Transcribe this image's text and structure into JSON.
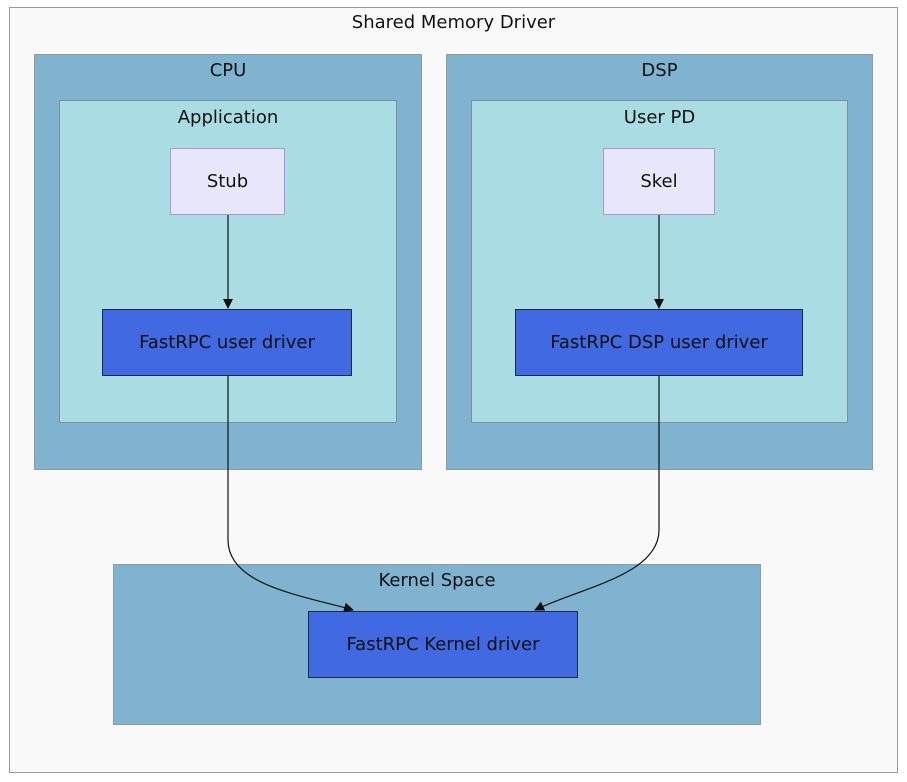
{
  "diagram": {
    "outer_title": "Shared Memory Driver",
    "cpu": {
      "title": "CPU",
      "application": {
        "title": "Application",
        "stub": "Stub",
        "driver": "FastRPC user driver"
      }
    },
    "dsp": {
      "title": "DSP",
      "user_pd": {
        "title": "User PD",
        "skel": "Skel",
        "driver": "FastRPC DSP user driver"
      }
    },
    "kernel": {
      "title": "Kernel Space",
      "driver": "FastRPC Kernel driver"
    }
  },
  "colors": {
    "outer_fill": "#f9f9f9",
    "outer_border": "#9b9b9b",
    "cluster_fill": "#80b3d0",
    "cluster_border": "#8c9caa",
    "inner_fill": "#aadce3",
    "inner_border": "#7f8f93",
    "light_node_fill": "#e7e6fb",
    "light_node_border": "#a996dd",
    "dark_node_fill": "#4169e1",
    "dark_node_border": "#1f2a3f"
  }
}
